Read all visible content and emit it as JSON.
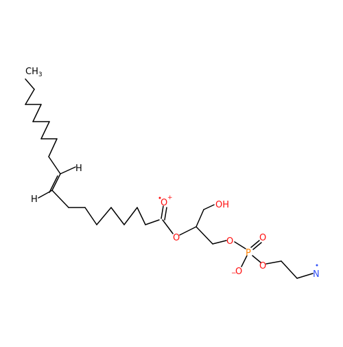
{
  "atom_labels": {
    "methyl": "CH",
    "methyl_subscript": "3",
    "h_upper": "H",
    "h_lower": "H",
    "carbonyl_o": "O",
    "carbonyl_o_charge": "+",
    "ester_o": "O",
    "hydroxyl": "OH",
    "phosphate_o_ester_left": "O",
    "phosphorus": "P",
    "phosphoryl_o": "O",
    "phosphate_o_minus": "O",
    "phosphate_o_minus_charge": "−",
    "phosphate_o_ester_right": "O",
    "nitrogen": "N"
  },
  "colors": {
    "carbon": "#000000",
    "oxygen": "#ff0d0d",
    "phosphorus": "#ff8000",
    "nitrogen": "#3050f8"
  }
}
